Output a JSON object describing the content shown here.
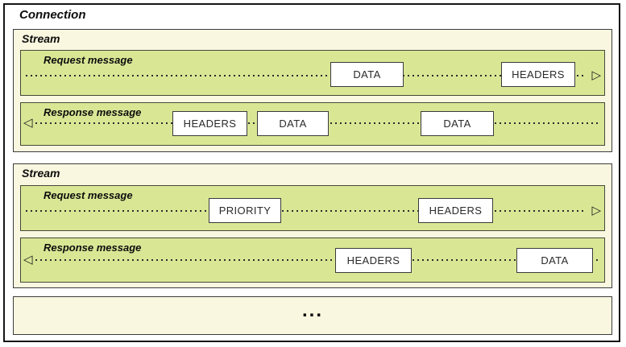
{
  "connection": {
    "title": "Connection"
  },
  "streams": [
    {
      "title": "Stream",
      "request": {
        "label": "Request message",
        "frames": [
          "DATA",
          "HEADERS"
        ]
      },
      "response": {
        "label": "Response message",
        "frames": [
          "HEADERS",
          "DATA",
          "DATA"
        ]
      }
    },
    {
      "title": "Stream",
      "request": {
        "label": "Request message",
        "frames": [
          "PRIORITY",
          "HEADERS"
        ]
      },
      "response": {
        "label": "Response message",
        "frames": [
          "HEADERS",
          "DATA"
        ]
      }
    }
  ],
  "more_streams": {
    "ellipsis": "..."
  },
  "icons": {
    "arrow_right": "▷",
    "arrow_left": "◁"
  },
  "colors": {
    "stream_bg": "#faf7e0",
    "lane_bg": "#d9e795",
    "frame_bg": "#ffffff",
    "border_dark": "#151515",
    "border_mid": "#3c3c3c",
    "text": "#0d0d0d"
  }
}
